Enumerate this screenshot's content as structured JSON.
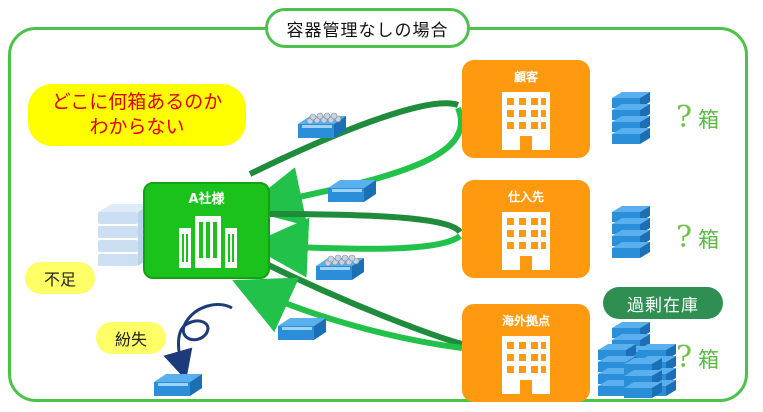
{
  "title": "容器管理なしの場合",
  "issue_bubble": {
    "line1": "どこに何箱あるのか",
    "line2": "わからない"
  },
  "company": {
    "label": "A社様"
  },
  "sites": [
    {
      "label": "顧客",
      "question": "?",
      "unit": "箱"
    },
    {
      "label": "仕入先",
      "question": "?",
      "unit": "箱"
    },
    {
      "label": "海外拠点",
      "question": "?",
      "unit": "箱"
    }
  ],
  "labels": {
    "shortage": "不足",
    "lost": "紛失",
    "excess": "過剰在庫"
  },
  "colors": {
    "frame": "#4cc24a",
    "company": "#1cc21c",
    "site": "#ff9a10",
    "bubble": "#ffff00",
    "arrow_dark": "#1e8c3a",
    "arrow_light": "#22c24a",
    "container": "#2a8fd8",
    "excess_badge": "#2f8f52"
  }
}
